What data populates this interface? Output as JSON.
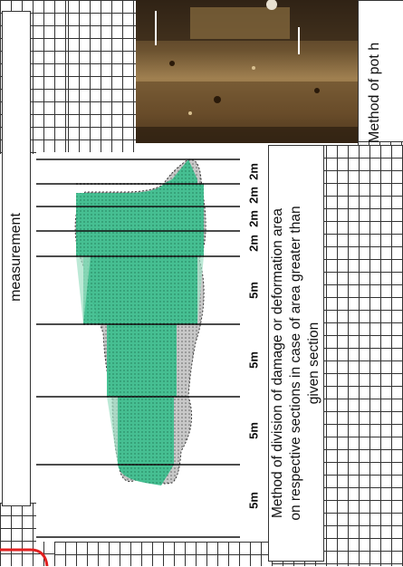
{
  "left_panel": {
    "label": "measurement"
  },
  "diagram": {
    "section_labels": [
      "2m",
      "2m",
      "2m",
      "2m",
      "5m",
      "5m",
      "5m",
      "5m"
    ],
    "caption_lines": [
      "Method of division of damage or deformation area",
      "on respective sections in case of area greater than",
      "given section"
    ],
    "fill_color": "#3fbf8f",
    "dot_color": "#888888"
  },
  "photo_panel": {
    "caption": "Method of pot h"
  }
}
